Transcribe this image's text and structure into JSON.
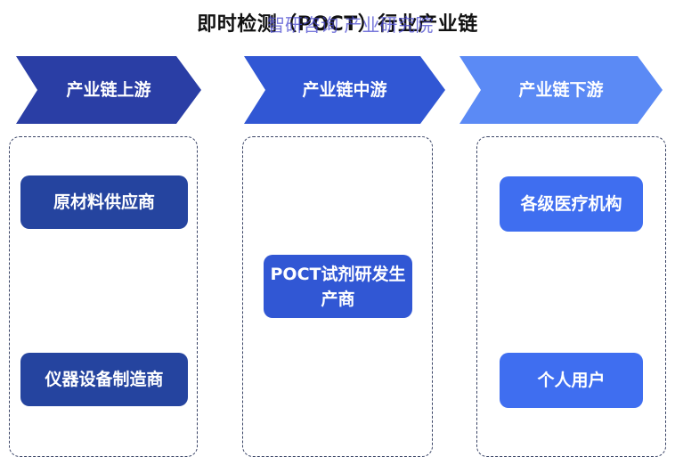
{
  "title": "即时检测（POCT）行业产业链",
  "watermark": "智研咨询 产业研究院",
  "colors": {
    "upstream": "#2a3ea5",
    "midstream": "#3157d4",
    "downstream": "#5b8af5",
    "box_dark": "#25449f",
    "box_mid": "#3157d4",
    "box_light": "#3f6ef0",
    "dashed_border": "#3a4466"
  },
  "stages": [
    {
      "label": "产业链上游"
    },
    {
      "label": "产业链中游"
    },
    {
      "label": "产业链下游"
    }
  ],
  "upstream": {
    "items": [
      "原材料供应商",
      "仪器设备制造商"
    ]
  },
  "midstream": {
    "items": [
      "POCT试剂研发生产商"
    ]
  },
  "downstream": {
    "items": [
      "各级医疗机构",
      "个人用户"
    ]
  }
}
